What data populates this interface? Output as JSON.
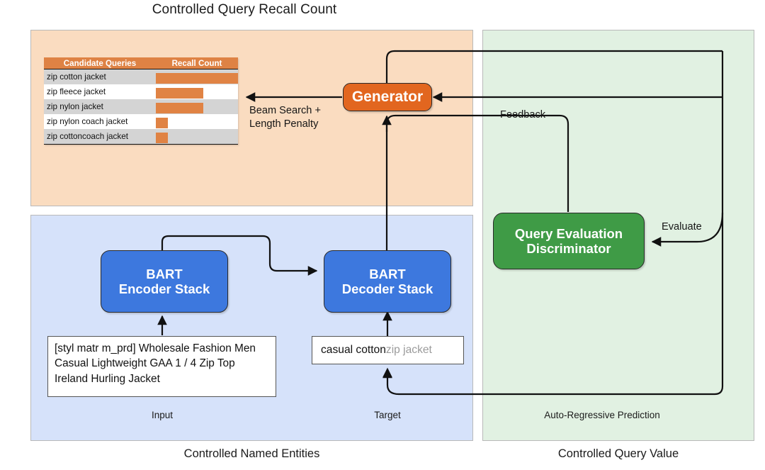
{
  "diagram": {
    "title": "Controlled Query Recall Count",
    "caption_left": "Controlled Named Entities",
    "caption_right": "Controlled Query Value"
  },
  "panels": {
    "orange": {
      "name": "recall-panel",
      "color": "#FADCC0"
    },
    "blue": {
      "name": "seq2seq-panel",
      "color": "#D6E2FA",
      "footer_input": "Input",
      "footer_target": "Target"
    },
    "green": {
      "name": "discriminator-panel",
      "color": "#E1F1E2",
      "footer": "Auto-Regressive Prediction"
    }
  },
  "recall_table": {
    "headers": [
      "Candidate Queries",
      "Recall Count"
    ],
    "rows": [
      {
        "query": "zip cotton jacket",
        "bar_pct": 100
      },
      {
        "query": "zip fleece jacket",
        "bar_pct": 58
      },
      {
        "query": "zip nylon jacket",
        "bar_pct": 58
      },
      {
        "query": "zip nylon coach jacket",
        "bar_pct": 15
      },
      {
        "query": "zip cottoncoach jacket",
        "bar_pct": 15
      }
    ],
    "header_color": "#DE8244",
    "bar_color": "#E08344"
  },
  "nodes": {
    "generator": {
      "label": "Generator",
      "color": "#E2661F"
    },
    "bart_encoder": {
      "line1": "BART",
      "line2": "Encoder Stack",
      "color": "#3D78DE"
    },
    "bart_decoder": {
      "line1": "BART",
      "line2": "Decoder Stack",
      "color": "#3D78DE"
    },
    "discriminator": {
      "line1": "Query Evaluation",
      "line2": "Discriminator",
      "color": "#3F9B46"
    }
  },
  "boxes": {
    "input_text": "[styl matr m_prd] Wholesale Fashion Men Casual Lightweight GAA 1 / 4 Zip Top Ireland Hurling Jacket",
    "target_prefix": "casual cotton ",
    "target_suffix": "zip jacket"
  },
  "edge_labels": {
    "beam_search": "Beam Search +\nLength Penalty",
    "feedback": "Feedback",
    "evaluate": "Evaluate"
  }
}
